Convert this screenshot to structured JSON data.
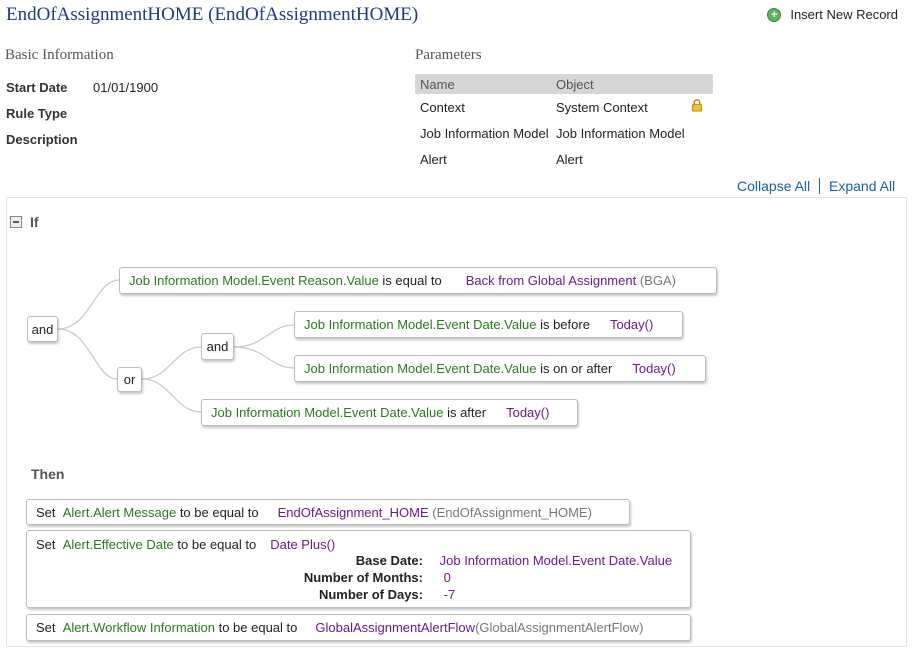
{
  "header": {
    "title": "EndOfAssignmentHOME (EndOfAssignmentHOME)",
    "insert_record": "Insert New Record"
  },
  "basic": {
    "heading": "Basic Information",
    "start_date_label": "Start Date",
    "start_date_value": "01/01/1900",
    "rule_type_label": "Rule Type",
    "description_label": "Description"
  },
  "params": {
    "heading": "Parameters",
    "col_name": "Name",
    "col_object": "Object",
    "rows": [
      {
        "name": "Context",
        "object": "System Context",
        "locked": true
      },
      {
        "name": "Job Information Model",
        "object": "Job Information Model"
      },
      {
        "name": "Alert",
        "object": "Alert"
      }
    ]
  },
  "controls": {
    "collapse_all": "Collapse All",
    "expand_all": "Expand All"
  },
  "rule": {
    "if_label": "If",
    "then_label": "Then",
    "and_outer": "and",
    "or_op": "or",
    "and_inner": "and",
    "conditions": [
      {
        "field": "Job Information Model.Event Reason.Value",
        "op": "is equal to",
        "value": "Back from Global Assignment",
        "code": "(BGA)"
      },
      {
        "field": "Job Information Model.Event Date.Value",
        "op": "is before",
        "value": "Today()"
      },
      {
        "field": "Job Information Model.Event Date.Value",
        "op": "is on or after",
        "value": "Today()"
      },
      {
        "field": "Job Information Model.Event Date.Value",
        "op": "is after",
        "value": "Today()"
      }
    ],
    "actions": [
      {
        "set": "Set",
        "field": "Alert.Alert Message",
        "op": "to be equal to",
        "value": "EndOfAssignment_HOME",
        "code": "(EndOfAssignment_HOME)"
      },
      {
        "set": "Set",
        "field": "Alert.Effective Date",
        "op": "to be equal to",
        "value": "Date Plus()",
        "params": [
          {
            "label": "Base Date:",
            "value": "Job Information Model.Event Date.Value"
          },
          {
            "label": "Number of Months:",
            "value": "0"
          },
          {
            "label": "Number of Days:",
            "value": "-7"
          }
        ]
      },
      {
        "set": "Set",
        "field": "Alert.Workflow Information",
        "op": "to be equal to",
        "value": "GlobalAssignmentAlertFlow",
        "code": "(GlobalAssignmentAlertFlow)"
      }
    ]
  }
}
